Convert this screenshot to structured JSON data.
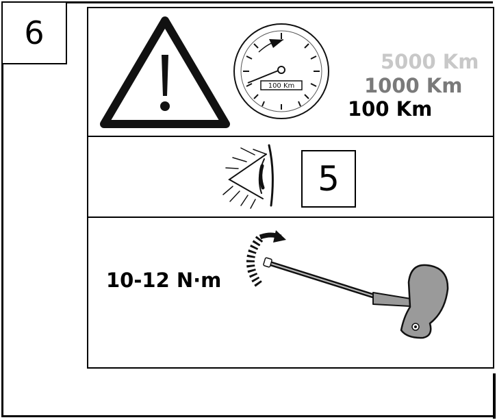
{
  "step_number": "6",
  "odometer_label": "100 Km",
  "intervals": [
    {
      "text": "5000 Km",
      "color": "#c8c8c8"
    },
    {
      "text": "1000 Km",
      "color": "#7a7a7a"
    },
    {
      "text": "100 Km",
      "color": "#000000"
    }
  ],
  "inspection_count": "5",
  "torque_spec": "10-12 N·m"
}
